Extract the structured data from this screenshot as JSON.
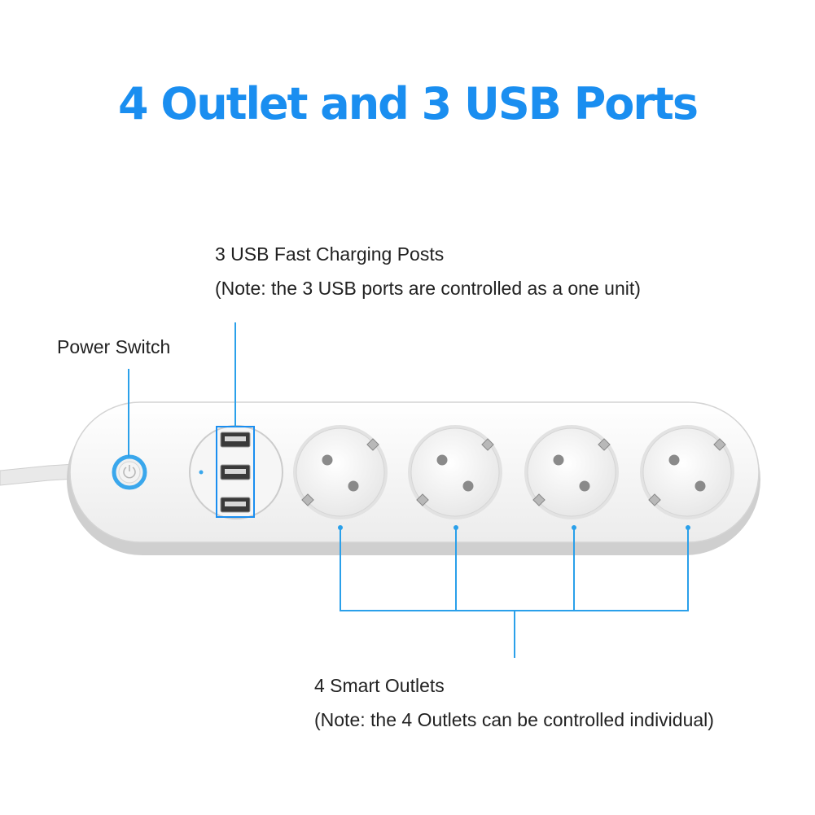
{
  "title": "4 Outlet and 3 USB Ports",
  "usb_callout": {
    "heading": "3 USB Fast Charging Posts",
    "note": "(Note: the 3 USB ports are controlled as a one unit)"
  },
  "power_callout": {
    "heading": "Power Switch"
  },
  "outlets_callout": {
    "heading": "4 Smart Outlets",
    "note": "(Note: the 4 Outlets can be controlled individual)"
  },
  "colors": {
    "accent": "#1a8ef0",
    "callout_line": "#2aa0ea",
    "strip_body": "#f4f4f4",
    "strip_edge": "#d0d0d0",
    "text": "#222222"
  },
  "components": {
    "outlet_count": 4,
    "usb_port_count": 3
  }
}
